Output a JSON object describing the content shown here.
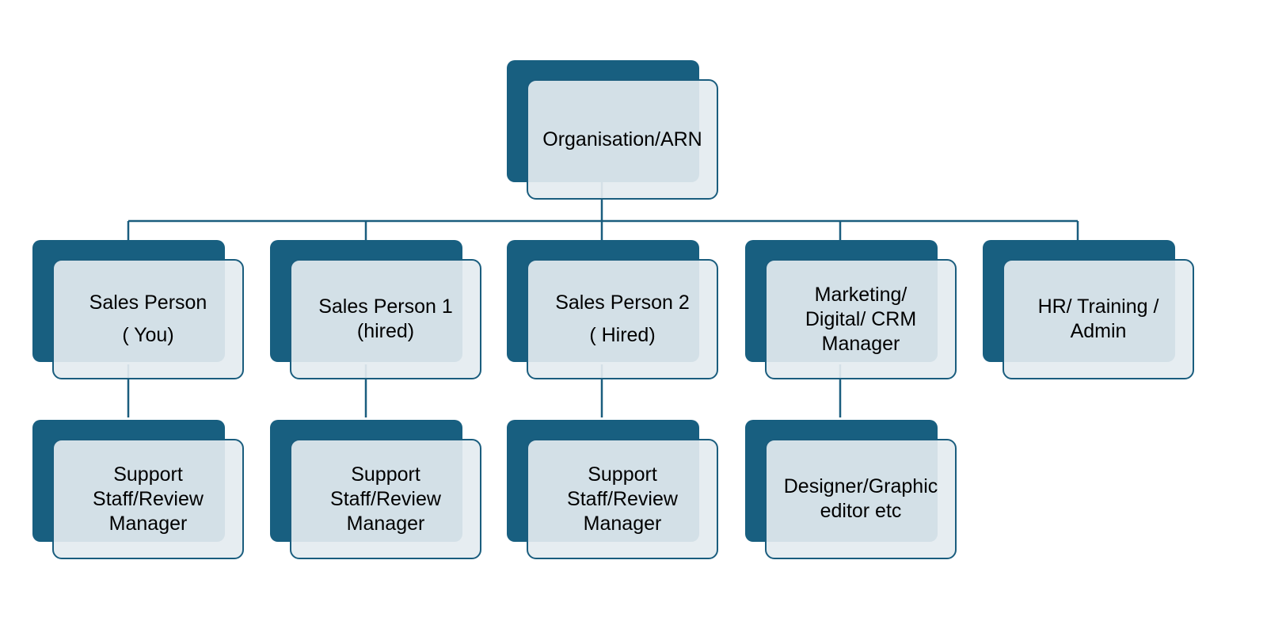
{
  "diagram": {
    "root": {
      "lines": [
        "Organisation/ARN"
      ]
    },
    "level1": [
      {
        "lines": [
          "Sales Person",
          "( You)"
        ]
      },
      {
        "lines": [
          "Sales Person 1",
          "(hired)"
        ]
      },
      {
        "lines": [
          "Sales Person 2",
          "( Hired)"
        ]
      },
      {
        "lines": [
          "Marketing/",
          "Digital/ CRM",
          "Manager"
        ]
      },
      {
        "lines": [
          "HR/ Training /",
          "Admin"
        ]
      }
    ],
    "level2": [
      {
        "lines": [
          "Support",
          "Staff/Review",
          "Manager"
        ]
      },
      {
        "lines": [
          "Support",
          "Staff/Review",
          "Manager"
        ]
      },
      {
        "lines": [
          "Support",
          "Staff/Review",
          "Manager"
        ]
      },
      {
        "lines": [
          "Designer/Graphic",
          "editor etc"
        ]
      }
    ],
    "colors": {
      "box_dark": "#185f80",
      "box_light": "#e4ebf0",
      "line": "#1a5d7e"
    }
  }
}
